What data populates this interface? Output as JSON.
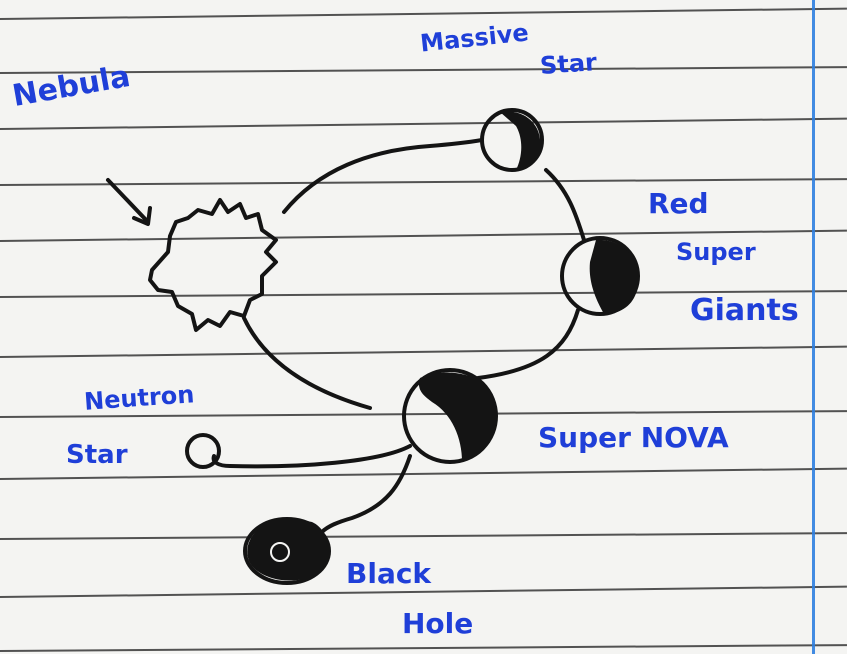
{
  "labels": {
    "nebula": "Nebula",
    "massive_star": [
      "Massive",
      "Star"
    ],
    "red_super_giant": [
      "Red",
      "Super",
      "Giants"
    ],
    "super_nova": "Super NOVA",
    "neutron_star": [
      "Neutron",
      "Star"
    ],
    "black_hole": [
      "Black",
      "Hole"
    ]
  },
  "colors": {
    "ink_pen": "#1f3fd8",
    "ink_pencil": "#141414",
    "paper": "#f4f4f2",
    "rule_line": "#2e2e2e",
    "margin_line": "#2f7fe0"
  }
}
